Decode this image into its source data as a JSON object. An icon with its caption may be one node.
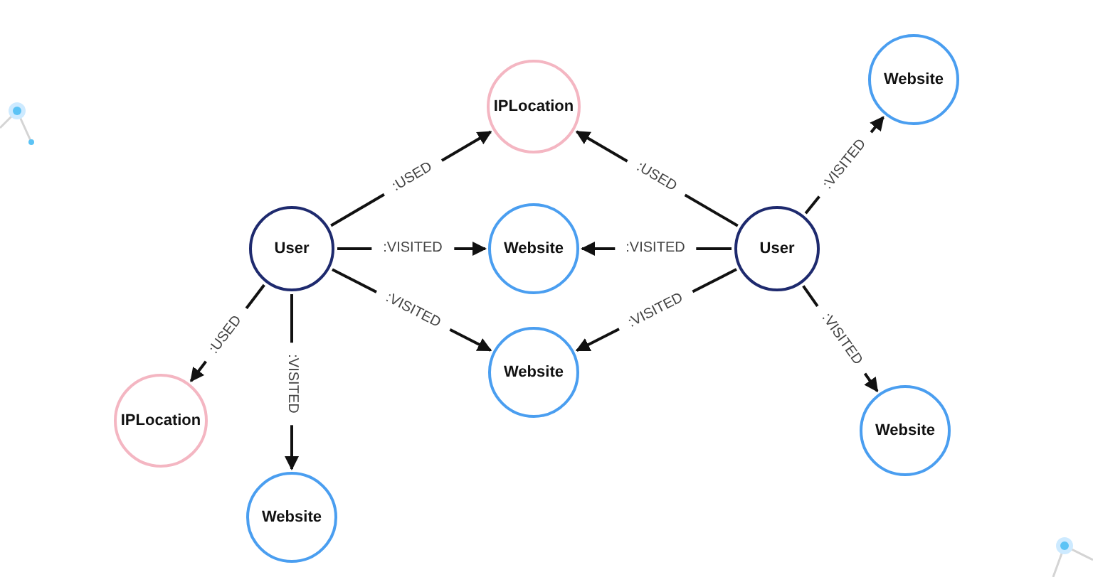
{
  "diagram": {
    "nodes": [
      {
        "text": [
          "User"
        ]
      },
      {
        "text": [
          "User"
        ]
      },
      {
        "text": [
          "IPLocation"
        ]
      },
      {
        "text": [
          "Website"
        ]
      },
      {
        "text": [
          "Website"
        ]
      },
      {
        "text": [
          "IPLocation"
        ]
      },
      {
        "text": [
          "Website"
        ]
      },
      {
        "text": [
          "Website"
        ]
      },
      {
        "text": [
          "Website"
        ]
      }
    ],
    "edges": [
      {
        "from": 0,
        "to": 2,
        "arrow": "to",
        "label": ":USED"
      },
      {
        "from": 0,
        "to": 3,
        "arrow": "to",
        "label": ":VISITED"
      },
      {
        "from": 0,
        "to": 4,
        "arrow": "to",
        "label": ":VISITED"
      },
      {
        "from": 0,
        "to": 5,
        "arrow": "to",
        "label": ":USED"
      },
      {
        "from": 0,
        "to": 6,
        "arrow": "to",
        "label": ":VISITED"
      },
      {
        "from": 1,
        "to": 2,
        "arrow": "to",
        "label": ":USED"
      },
      {
        "from": 1,
        "to": 3,
        "arrow": "to",
        "label": ":VISITED"
      },
      {
        "from": 1,
        "to": 4,
        "arrow": "to",
        "label": ":VISITED"
      },
      {
        "from": 1,
        "to": 7,
        "arrow": "to",
        "label": ":VISITED"
      },
      {
        "from": 1,
        "to": 8,
        "arrow": "to",
        "label": ":VISITED"
      }
    ]
  }
}
